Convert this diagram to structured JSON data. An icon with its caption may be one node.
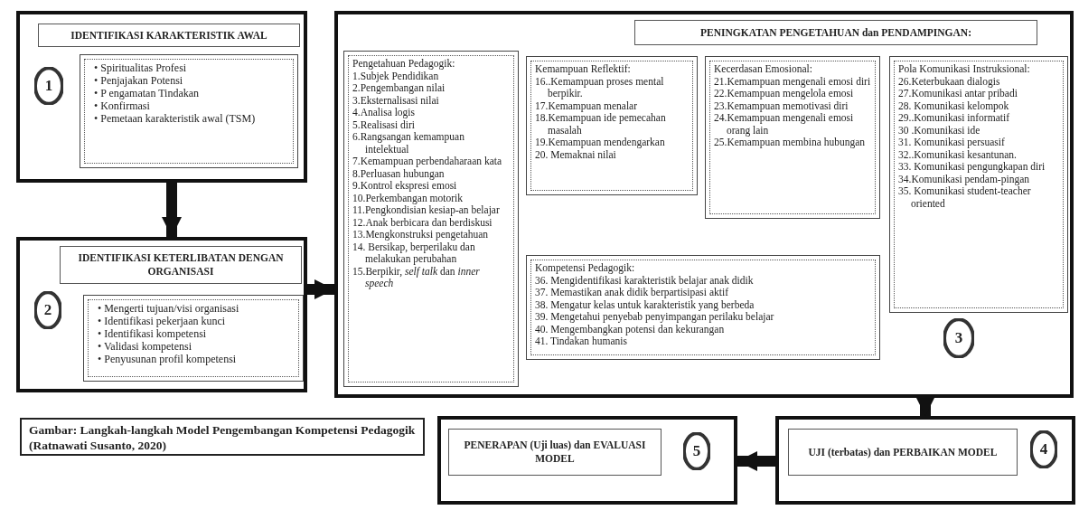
{
  "diagram": {
    "caption": "Gambar: Langkah-langkah Model Pengembangan Kompetensi Pedagogik (Ratnawati Susanto, 2020)",
    "nodes": [
      {
        "text": [],
        "shape": "box"
      },
      {
        "text": [
          "IDENTIFIKASI KARAKTERISTIK AWAL"
        ],
        "in": 0
      },
      {
        "text": [
          "1"
        ],
        "in": 0
      },
      {
        "text": [
          "• Spiritualitas Profesi",
          "• Penjajakan Potensi",
          "• P engamatan Tindakan",
          "• Konfirmasi",
          "• Pemetaan karakteristik awal (TSM)"
        ],
        "in": 0
      },
      {
        "text": [],
        "shape": "box"
      },
      {
        "text": [
          "IDENTIFIKASI KETERLIBATAN DENGAN ORGANISASI"
        ],
        "in": 4
      },
      {
        "text": [
          "2"
        ],
        "in": 4
      },
      {
        "text": [
          "• Mengerti tujuan/visi organisasi",
          "• Identifikasi pekerjaan kunci",
          "• Identifikasi kompetensi",
          "• Validasi kompetensi",
          "• Penyusunan profil kompetensi"
        ],
        "in": 4
      },
      {
        "text": [],
        "shape": "box"
      },
      {
        "text": [
          "PENINGKATAN PENGETAHUAN dan PENDAMPINGAN:"
        ],
        "in": 8
      },
      {
        "text": [
          "Pengetahuan Pedagogik:",
          "1.Subjek Pendidikan",
          "2.Pengembangan nilai",
          "3.Eksternalisasi nilai",
          "4.Analisa logis",
          "5.Realisasi diri",
          "6.Rangsangan kemampuan intelektual",
          "7.Kemampuan perbendaharaan kata",
          "8.Perluasan hubungan",
          "9.Kontrol ekspresi emosi",
          "10.Perkembangan motorik",
          "11.Pengkondisian kesiap-an belajar",
          "12.Anak berbicara dan berdiskusi",
          "13.Mengkonstruksi pengetahuan",
          "14. Bersikap, berperilaku dan melakukan perubahan",
          "15.Berpikir, *self talk* dan *inner speech*"
        ],
        "in": 8
      },
      {
        "text": [
          "Kemampuan Reflektif:",
          "16..Kemampuan proses mental berpikir.",
          "17.Kemampuan menalar",
          "18.Kemampuan ide pemecahan masalah",
          "19.Kemampuan mendengarkan",
          "20. Memaknai nilai"
        ],
        "in": 8
      },
      {
        "text": [
          "Kecerdasan Emosional:",
          "21.Kemampuan mengenali emosi diri",
          "22.Kemampuan mengelola emosi",
          "23.Kemampuan memotivasi diri",
          "24.Kemampuan mengenali emosi orang lain",
          "25.Kemampuan membina hubungan"
        ],
        "in": 8
      },
      {
        "text": [
          "Pola Komunikasi Instruksional:",
          "26.Keterbukaan dialogis",
          "27.Komunikasi antar pribadi",
          "28. Komunikasi kelompok",
          "29..Komunikasi informatif",
          "30 .Komunikasi ide",
          "31. Komunikasi persuasif",
          "32..Komunikasi kesantunan.",
          "33. Komunikasi pengungkapan diri",
          "34.Komunikasi pendam-pingan",
          "35. Komunikasi student-teacher oriented"
        ],
        "in": 8
      },
      {
        "text": [
          "Kompetensi Pedagogik:",
          "36. Mengidentifikasi karakteristik belajar anak didik",
          "37. Memastikan anak didik berpartisipasi aktif",
          "38. Mengatur kelas untuk karakteristik yang berbeda",
          "39. Mengetahui penyebab penyimpangan perilaku belajar",
          "40. Mengembangkan potensi dan kekurangan",
          "41. Tindakan humanis"
        ],
        "in": 8
      },
      {
        "text": [
          "3"
        ],
        "in": 8
      },
      {
        "text": [],
        "shape": "box"
      },
      {
        "text": [
          "UJI (terbatas) dan PERBAIKAN MODEL"
        ],
        "in": 16
      },
      {
        "text": [
          "4"
        ],
        "in": 16
      },
      {
        "text": [],
        "shape": "box"
      },
      {
        "text": [
          "PENERAPAN (Uji luas) dan EVALUASI MODEL"
        ],
        "in": 19
      },
      {
        "text": [
          "5"
        ],
        "in": 19
      }
    ],
    "edges": [
      {
        "from": 0,
        "to": 4,
        "arrow": "to"
      },
      {
        "from": 4,
        "to": 8,
        "arrow": "to"
      },
      {
        "from": 8,
        "to": 16,
        "arrow": "to"
      },
      {
        "from": 16,
        "to": 19,
        "arrow": "to"
      }
    ]
  }
}
